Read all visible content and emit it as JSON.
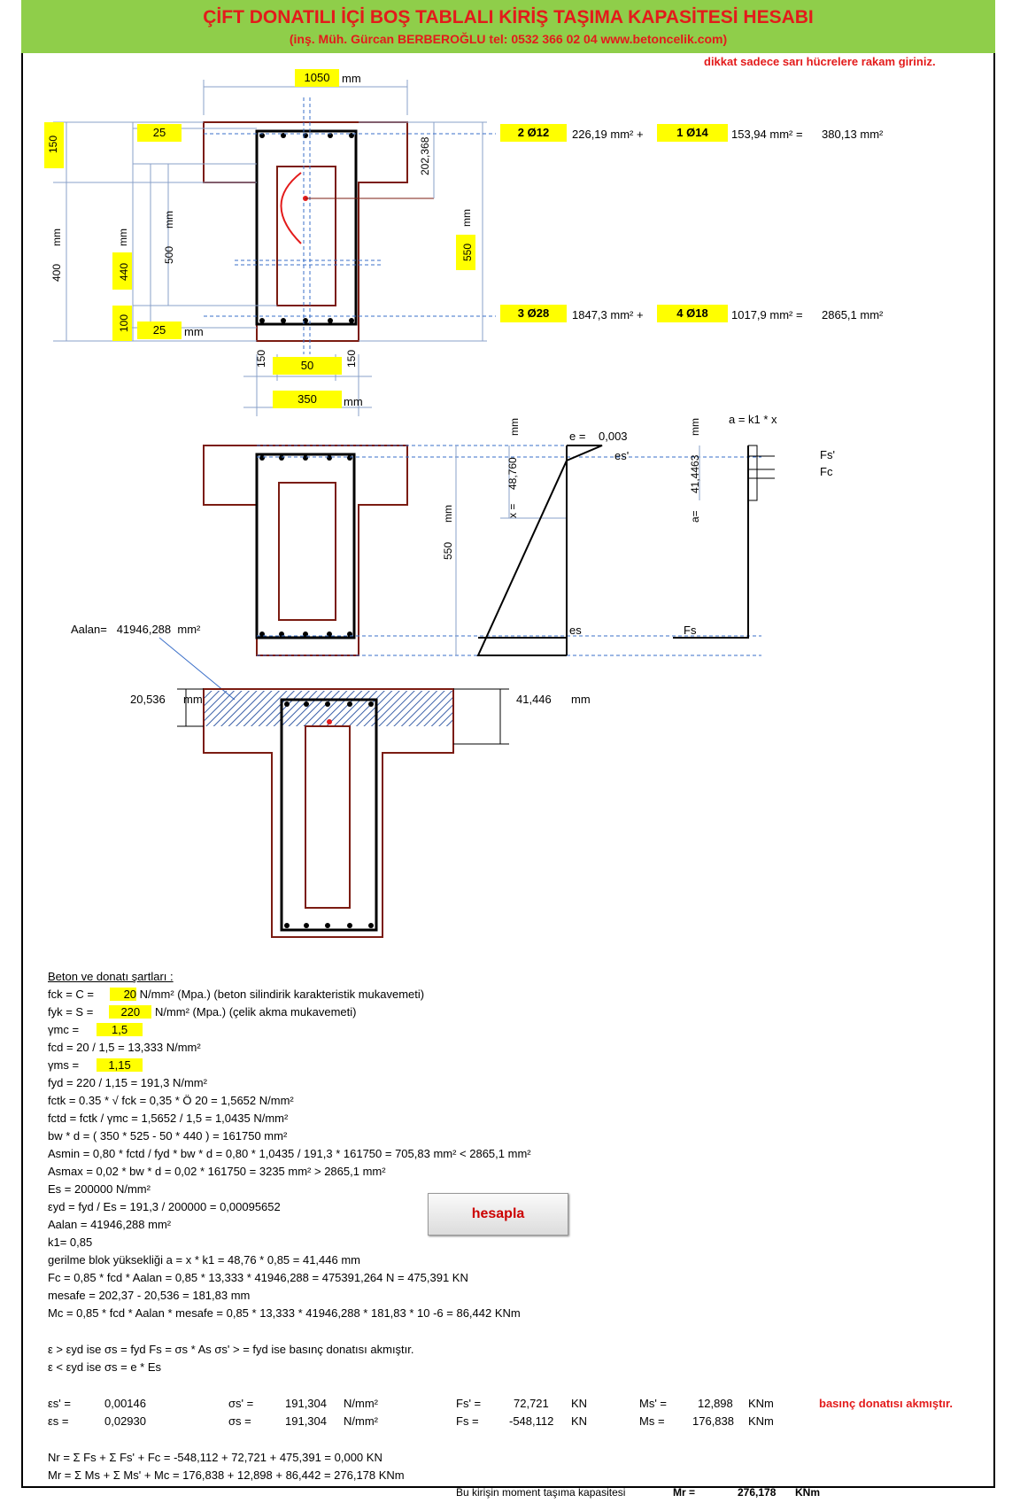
{
  "header": {
    "title": "ÇİFT DONATILI İÇİ BOŞ TABLALI KİRİŞ TAŞIMA KAPASİTESİ HESABI",
    "subtitle": "(inş. Müh. Gürcan BERBEROĞLU tel: 0532 366 02 04  www.betoncelik.com)"
  },
  "warning": "dikkat sadece sarı hücrelere rakam giriniz.",
  "dims": {
    "flange_width": "1050",
    "mm": "mm",
    "flange_h": "150",
    "cover_top": "25",
    "web_h": "400",
    "void_h": "440",
    "inner_h": "500",
    "cover_bottom_h": "100",
    "cover_bottom": "25",
    "total_h": "550",
    "centroid": "202,368",
    "web_left": "150",
    "void_w": "50",
    "web_right": "150",
    "web_w": "350"
  },
  "top_steel": {
    "bar1": "2 Ø12",
    "area1": "226,19  mm² +",
    "bar2": "1 Ø14",
    "area2": "153,94  mm² =",
    "total": "380,13  mm²"
  },
  "bot_steel": {
    "bar1": "3 Ø28",
    "area1": "1847,3  mm² +",
    "bar2": "4 Ø18",
    "area2": "1017,9  mm² =",
    "total": "2865,1  mm²"
  },
  "diagram": {
    "e_label": "e =",
    "e_val": "0,003",
    "es_top": "es'",
    "x_label": "x =",
    "x_val": "48,760",
    "h_val": "550",
    "a_label": "a=",
    "a_val": "41,4463",
    "a_formula": "a = k1 * x",
    "fs_top": "Fs'",
    "fc": "Fc",
    "es_bot": "es",
    "fs_bot": "Fs",
    "aalan_label": "Aalan=",
    "aalan_val": "41946,288",
    "aalan_unit": "mm²",
    "h20": "20,536",
    "h20_unit": "mm",
    "a41": "41,446",
    "a41_unit": "mm"
  },
  "calc": {
    "heading": "Beton ve donatı şartları :",
    "fck_label": "fck = C =",
    "fck_val": "20",
    "fck_note": "N/mm² (Mpa.) (beton silindirik karakteristik mukavemeti)",
    "fyk_label": "fyk = S =",
    "fyk_val": "220",
    "fyk_note": "N/mm² (Mpa.) (çelik akma mukavemeti)",
    "gmc_label": "γmc =",
    "gmc_val": "1,5",
    "fcd_line": "fcd =       20  /        1,5       =    13,333  N/mm²",
    "gms_label": "γms =",
    "gms_val": "1,15",
    "fyd_line": "fyd =       220      /       1,15       =      191,3    N/mm²",
    "fctk_line": "fctk = 0.35 * √ fck =      0,35    * Ö   20   =   1,5652  N/mm²",
    "fctd_line": "fctd = fctk / γmc =       1,5652   /        1,5      =  1,0435  N/mm²",
    "bwd_line": "bw * d =   (    350      *      525       -      50      *     440    ) =  161750  mm²",
    "asmin_line": "Asmin = 0,80 * fctd / fyd * bw * d =       0,80      *    1,0435    /     191,3      *   161750    =   705,83  mm²        <    2865,1  mm²",
    "asmax_line": "Asmax = 0,02 * bw * d =      0,02      *    161750    =     3235    mm²        >   2865,1  mm²",
    "es_line": "Es =         200000     N/mm²",
    "eyd_line": "εyd = fyd / Es =    191,3     /         200000       =   0,00095652",
    "aalan_line": "Aalan =   41946,288   mm²",
    "k1_line": "k1=    0,85",
    "a_line": "gerilme blok yüksekliği    a = x * k1 =     48,76     *       0,85      =    41,446   mm",
    "fc_line": "Fc = 0,85 * fcd * Aalan =          0,85       *    13,333     *    41946,288    =   475391,264  N      =      475,391      KN",
    "mesafe_line": "mesafe =      202,37     -    20,536   =    181,83   mm",
    "mc_line": "Mc = 0,85 * fcd * Aalan * mesafe = 0,85 *   13,333      *     41946,288      *     181,83   * 10 -6   =         86,442      KNm",
    "rule1": "ε  >  εyd     ise     σs = fyd                         Fs = σs * As                              σs'  > = fyd  ise basınç donatısı akmıştır.",
    "rule2": "ε  <  εyd     ise     σs = e * Es",
    "row1": {
      "eps_label": "εs' =",
      "eps": "0,00146",
      "sig_label": "σs' =",
      "sig": "191,304",
      "unit": "N/mm²",
      "f_label": "Fs' =",
      "f": "72,721",
      "f_unit": "KN",
      "m_label": "Ms' =",
      "m": "12,898",
      "m_unit": "KNm",
      "note": "basınç donatısı akmıştır."
    },
    "row2": {
      "eps_label": "εs =",
      "eps": "0,02930",
      "sig_label": "σs =",
      "sig": "191,304",
      "unit": "N/mm²",
      "f_label": "Fs =",
      "f": "-548,112",
      "f_unit": "KN",
      "m_label": "Ms =",
      "m": "176,838",
      "m_unit": "KNm"
    },
    "nr_line": "Nr = Σ Fs + Σ Fs' + Fc =            -548,112      +        72,721       +       475,391      =       0,000        KN",
    "mr_line": "Mr = Σ Ms + Σ Ms' + Mc =           176,838      +        12,898       +        86,442       =     276,178       KNm",
    "cap_label": "Bu kirişin moment taşıma kapasitesi",
    "cap_mr": "Mr =",
    "cap_val": "276,178",
    "cap_unit": "KNm"
  },
  "button": "hesapla"
}
